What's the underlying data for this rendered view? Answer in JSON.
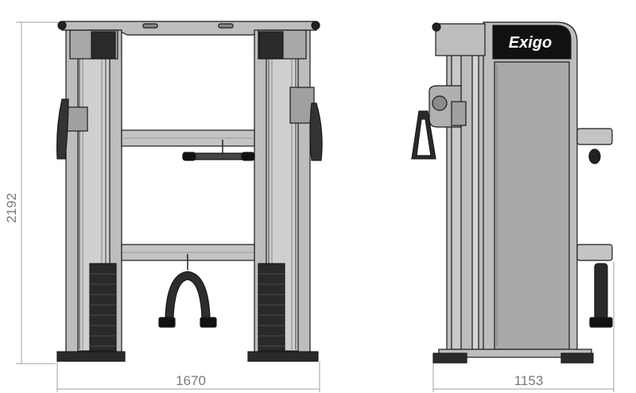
{
  "dimensions": {
    "height_label": "2192",
    "front_width_label": "1670",
    "side_depth_label": "1153"
  },
  "brand": {
    "logo_text": "Exigo"
  },
  "colors": {
    "frame": "#b9b9b9",
    "frame_dark": "#8f8f8f",
    "outline": "#1a1a1a",
    "weight_stack": "#2a2a2a",
    "shroud_panel": "#a9a9a9",
    "dimension_line": "#9a9a9a",
    "logo_plate": "#111111"
  }
}
